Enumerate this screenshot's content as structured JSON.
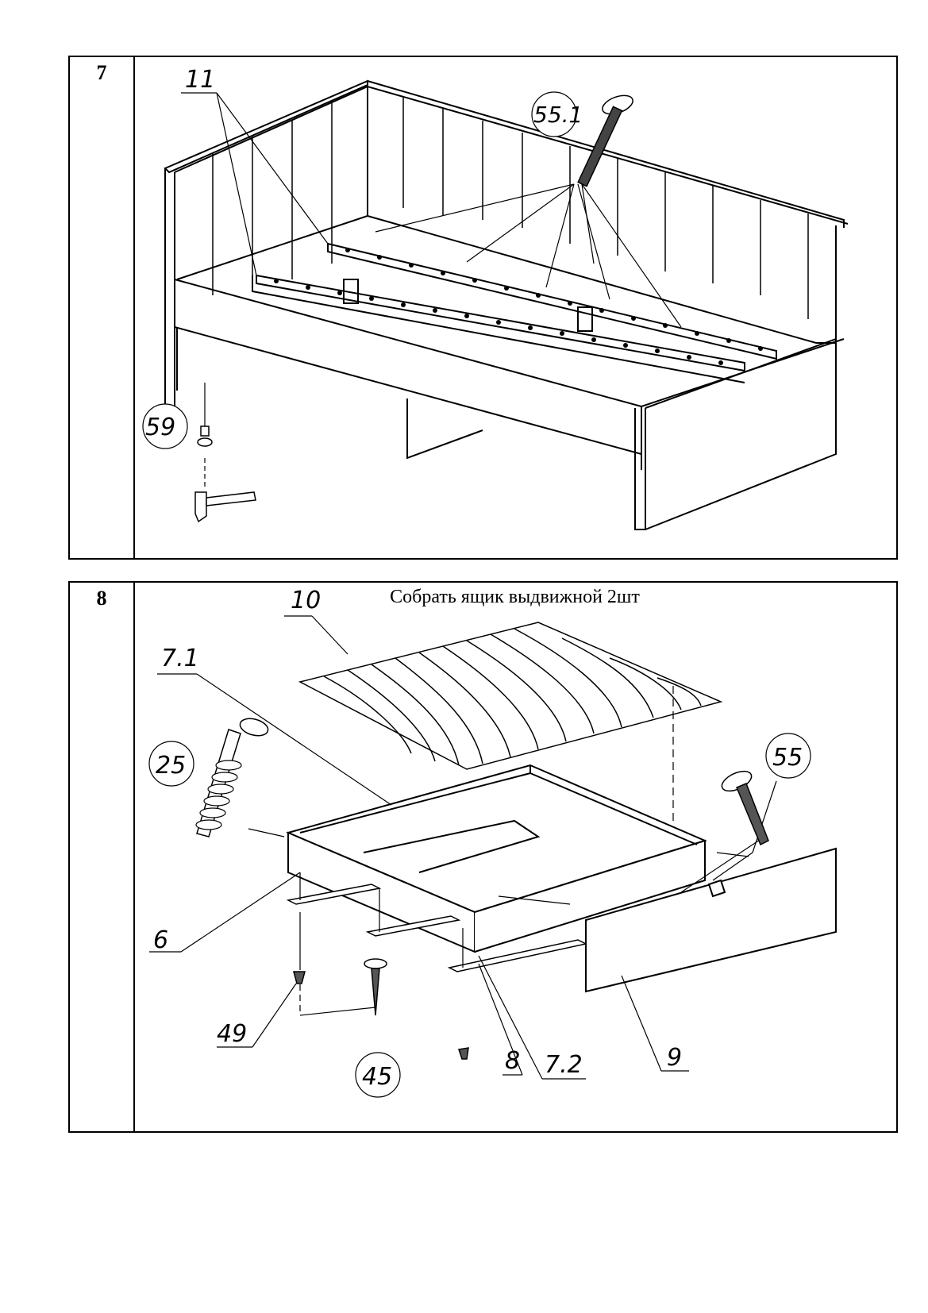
{
  "step7": {
    "number": "7",
    "labels": {
      "rail": "11",
      "bolt": "55.1",
      "glide": "59"
    }
  },
  "step8": {
    "number": "8",
    "title": "Собрать ящик выдвижной 2шт",
    "labels": {
      "bottom_panel": "10",
      "back_wall": "7.1",
      "dowel": "25",
      "bolt": "55",
      "side": "6",
      "clip": "49",
      "screw": "45",
      "runner": "8",
      "side_right": "7.2",
      "front": "9"
    }
  },
  "icons": [
    "hammer-icon",
    "bolt-icon",
    "screw-icon",
    "dowel-icon",
    "clip-icon"
  ]
}
